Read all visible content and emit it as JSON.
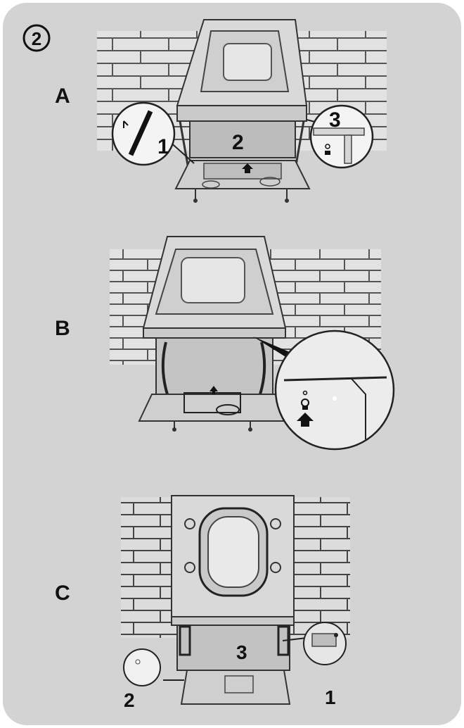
{
  "figure": {
    "step_number": "2",
    "panels": [
      {
        "id": "A",
        "label": "A",
        "callouts": [
          "1",
          "2",
          "3"
        ]
      },
      {
        "id": "B",
        "label": "B"
      },
      {
        "id": "C",
        "label": "C",
        "callouts": [
          "3",
          "2",
          "1"
        ]
      }
    ]
  },
  "colors": {
    "background": "#d3d3d3",
    "wall": "#e4e4e4",
    "line": "#3a3a3a"
  }
}
